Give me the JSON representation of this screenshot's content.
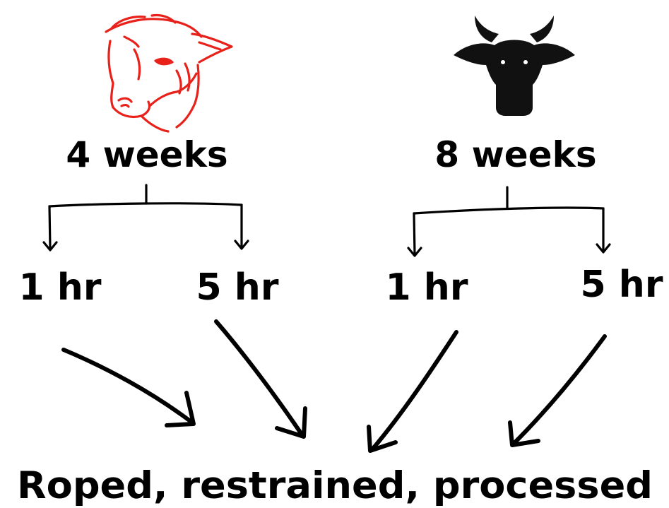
{
  "groups": [
    {
      "age_label": "4 weeks",
      "icon": "calf-outline-icon",
      "icon_color": "#e8211a",
      "branches": [
        {
          "label": "1 hr"
        },
        {
          "label": "5 hr"
        }
      ]
    },
    {
      "age_label": "8 weeks",
      "icon": "cow-silhouette-icon",
      "icon_color": "#111111",
      "branches": [
        {
          "label": "1 hr"
        },
        {
          "label": "5 hr"
        }
      ]
    }
  ],
  "outcome": "Roped, restrained, processed",
  "colors": {
    "background": "#ffffff",
    "text": "#000000",
    "calf_icon": "#e8211a",
    "cow_icon": "#111111"
  }
}
